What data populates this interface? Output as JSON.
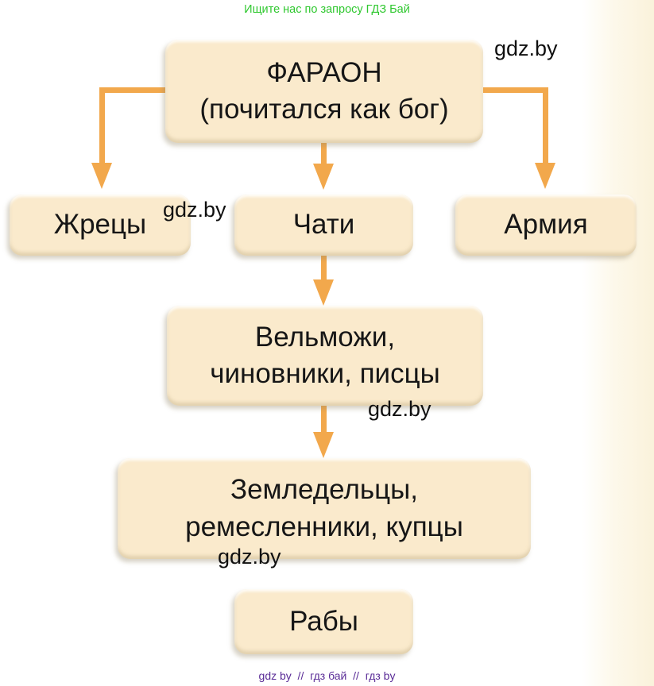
{
  "page": {
    "header_note": "Ищите нас по запросу ГДЗ Бай",
    "watermark": "gdz.by",
    "footer_note": "gdz by  //  гдз бай  //  гдз by"
  },
  "colors": {
    "green": "#2FC82F",
    "purple": "#5A2C97",
    "arrow": "#F2A84C",
    "box_fill": "#FAEACC",
    "ink": "#161616",
    "bg_tint": "#FAF2DB"
  },
  "diagram": {
    "nodes": {
      "pharaoh": "ФАРАОН\n(почитался как бог)",
      "priests": "Жрецы",
      "chati": "Чати",
      "army": "Армия",
      "nobles": "Вельможи,\nчиновники, писцы",
      "farmers": "Земледельцы,\nремесленники, купцы",
      "slaves": "Рабы"
    }
  }
}
